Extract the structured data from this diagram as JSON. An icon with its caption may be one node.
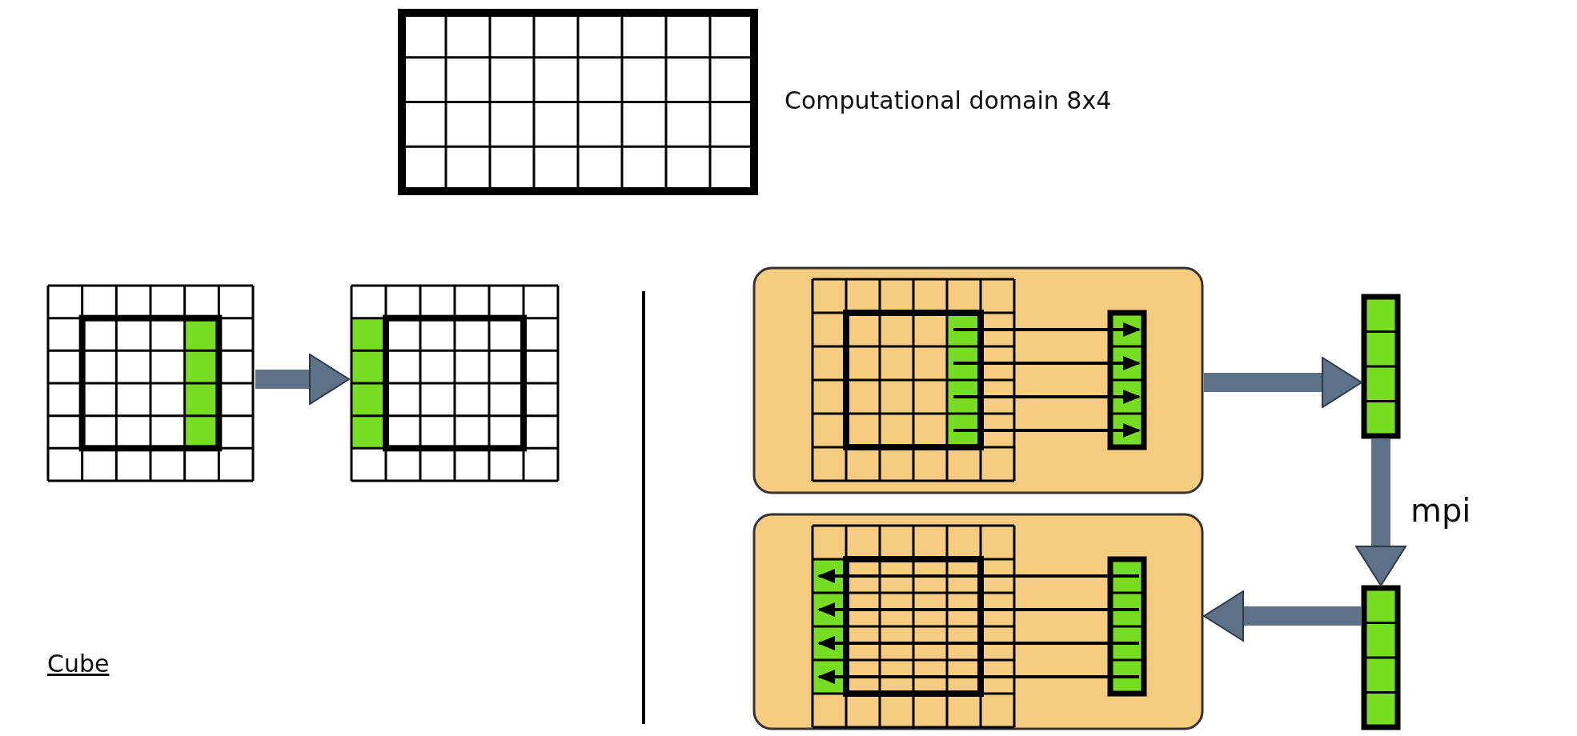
{
  "diagram": {
    "nodes": [
      {
        "text": [],
        "shape": "grid",
        "beside": [
          "Computational domain 8x4"
        ]
      },
      {
        "text": [],
        "shape": "grid"
      },
      {
        "text": [],
        "shape": "grid"
      },
      {
        "text": [],
        "shape": "box"
      },
      {
        "text": [],
        "shape": "box"
      },
      {
        "text": [],
        "shape": "bar"
      },
      {
        "text": [],
        "shape": "bar"
      }
    ],
    "edges": [
      {
        "from": 1,
        "to": 2,
        "arrow": "to"
      },
      {
        "from": 3,
        "to": 5,
        "arrow": "to"
      },
      {
        "from": 5,
        "to": 6,
        "arrow": "to",
        "label": "mpi"
      },
      {
        "from": 6,
        "to": 4,
        "arrow": "to"
      }
    ],
    "labels": [
      "Cube"
    ]
  }
}
